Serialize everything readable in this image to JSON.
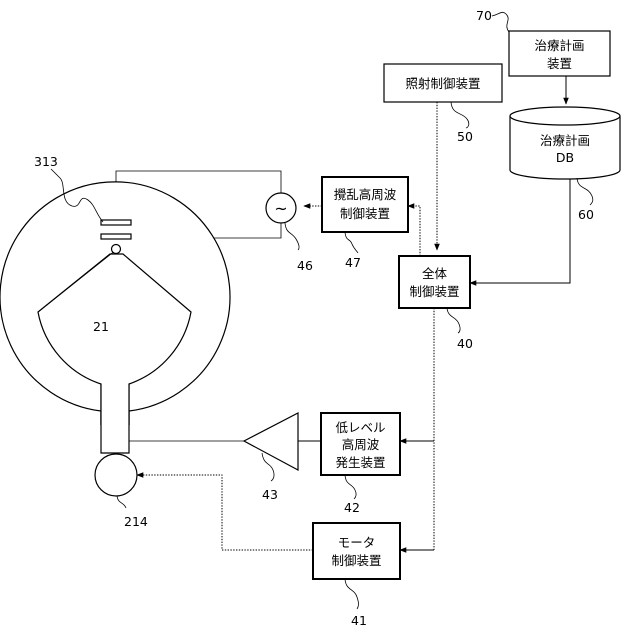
{
  "boxes": {
    "treatment_planning": {
      "line1": "治療計画",
      "line2": "装置",
      "ref": "70"
    },
    "treatment_db": {
      "line1": "治療計画",
      "line2": "DB",
      "ref": "60"
    },
    "irradiation": {
      "line1": "照射制御装置",
      "ref": "50"
    },
    "disturbance_rf": {
      "line1": "攪乱高周波",
      "line2": "制御装置",
      "ref": "47"
    },
    "overall": {
      "line1": "全体",
      "line2": "制御装置",
      "ref": "40"
    },
    "low_level_rf": {
      "line1": "低レベル",
      "line2": "高周波",
      "line3": "発生装置",
      "ref": "42"
    },
    "motor_control": {
      "line1": "モータ",
      "line2": "制御装置",
      "ref": "41"
    }
  },
  "parts": {
    "accelerator": {
      "ref": "21"
    },
    "electrode": {
      "ref": "313"
    },
    "signal_source": {
      "ref": "46",
      "glyph": "~"
    },
    "amplifier": {
      "ref": "43"
    },
    "motor": {
      "ref": "214"
    }
  }
}
